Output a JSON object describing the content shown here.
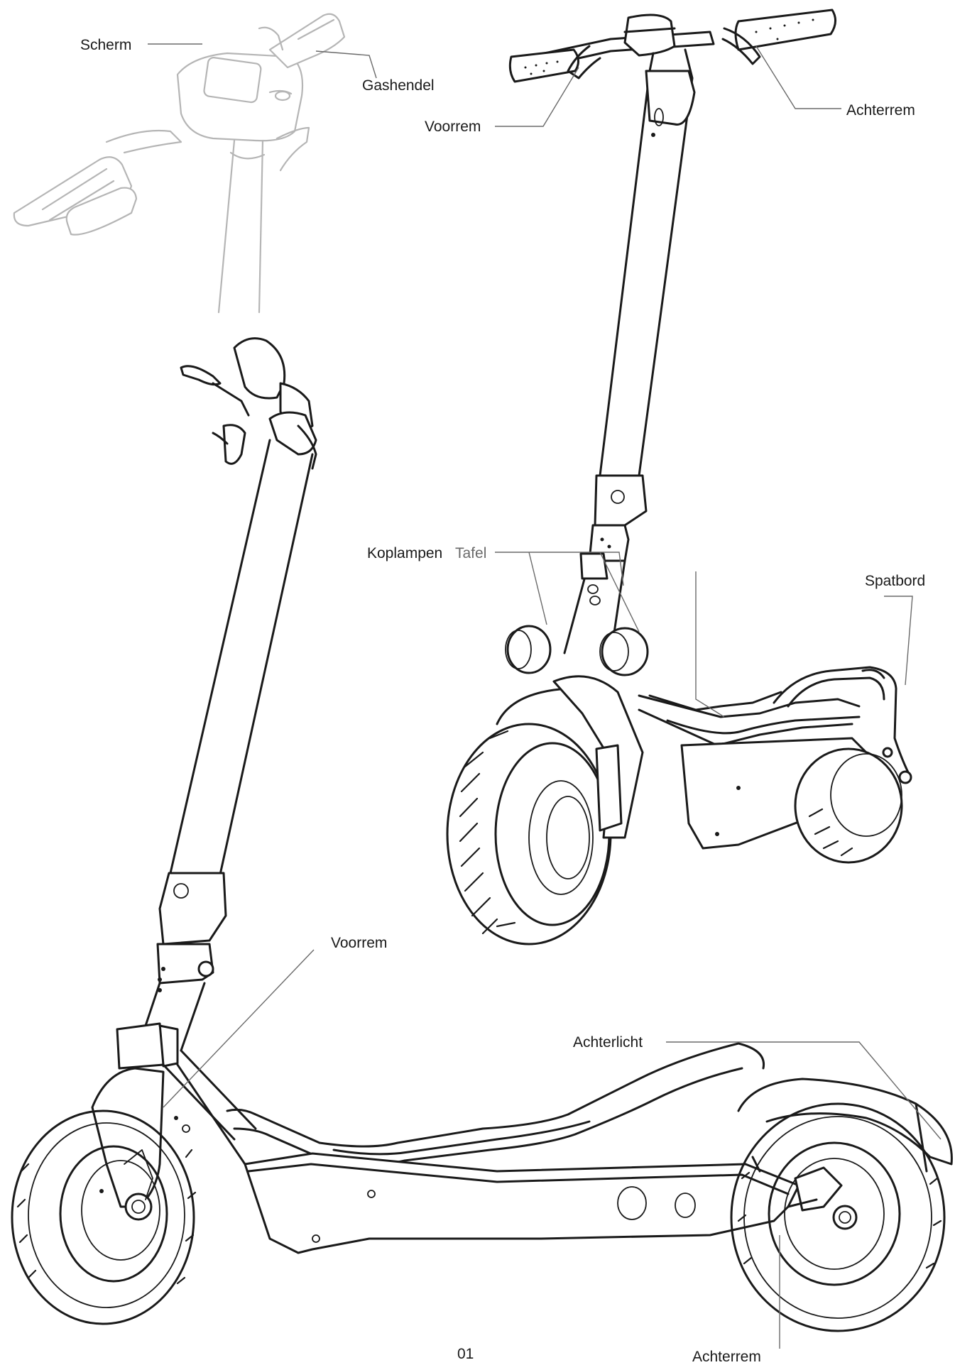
{
  "labels": {
    "scherm": "Scherm",
    "gashendel": "Gashendel",
    "voorrem_top": "Voorrem",
    "achterrem_top": "Achterrem",
    "koplampen": "Koplampen",
    "tafel": "Tafel",
    "spatbord": "Spatbord",
    "voorrem_side": "Voorrem",
    "achterlicht": "Achterlicht",
    "achterrem_bottom": "Achterrem"
  },
  "page_number": "01"
}
